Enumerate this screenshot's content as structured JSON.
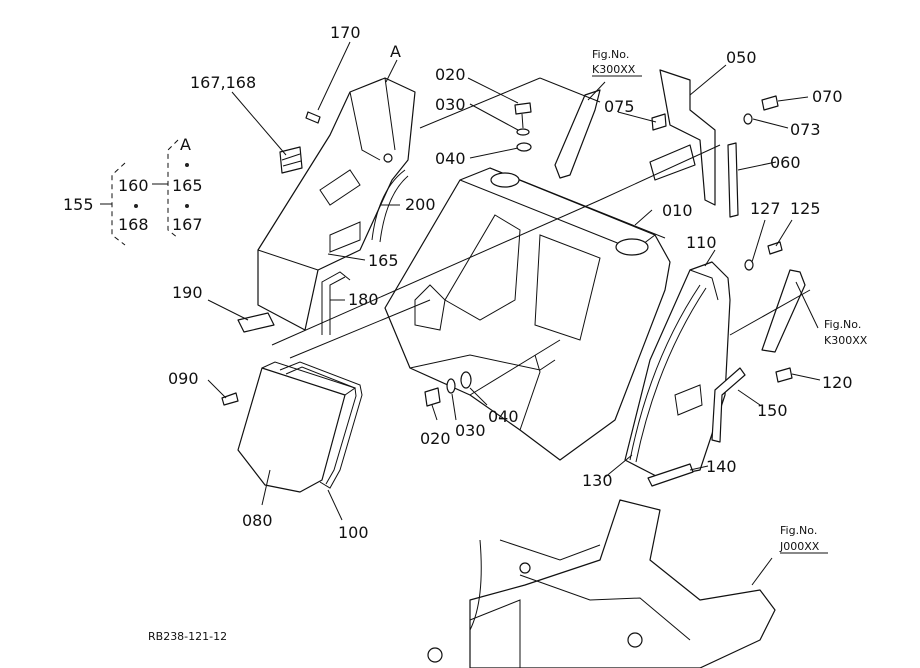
{
  "callouts": {
    "c170": "170",
    "cA_top": "A",
    "c167_168": "167,168",
    "c155": "155",
    "c160": "160",
    "c168": "168",
    "cA_grp": "A",
    "c165_grp": "165",
    "c167_grp": "167",
    "c200": "200",
    "c165": "165",
    "c190": "190",
    "c180": "180",
    "c090": "090",
    "c080": "080",
    "c100": "100",
    "c020_top": "020",
    "c030_top": "030",
    "c040_top": "040",
    "c020_bot": "020",
    "c030_bot": "030",
    "c040_bot": "040",
    "c010": "010",
    "c075": "075",
    "c050": "050",
    "c070": "070",
    "c073": "073",
    "c060": "060",
    "c127": "127",
    "c125": "125",
    "c110": "110",
    "c120": "120",
    "c150": "150",
    "c130": "130",
    "c140": "140"
  },
  "figrefs": {
    "fig1_label": "Fig.No.",
    "fig1_code": "K300XX",
    "fig2_label": "Fig.No.",
    "fig2_code": "K300XX",
    "fig3_label": "Fig.No.",
    "fig3_code": "J000XX"
  },
  "diagram_id": "RB238-121-12"
}
